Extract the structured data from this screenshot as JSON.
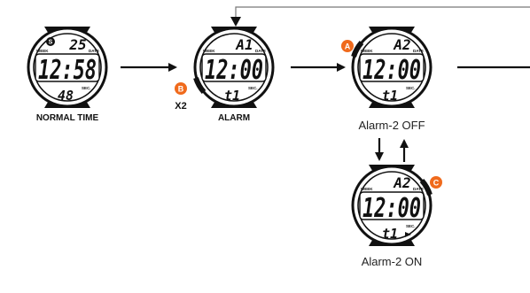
{
  "indicators": {
    "week": "WEEK",
    "date": "DATE",
    "sec": "SEC."
  },
  "watches": [
    {
      "id": "normal",
      "main": "12:58",
      "top": "25",
      "bottom": "48",
      "s_mark": "S",
      "caption": "NORMAL TIME"
    },
    {
      "id": "alarm",
      "main": "12:00",
      "top": "A1",
      "bottom": "t1",
      "caption": "ALARM"
    },
    {
      "id": "alarm2-off",
      "main": "12:00",
      "top": "A2",
      "bottom": "t1",
      "caption": "Alarm-2 OFF"
    },
    {
      "id": "alarm2-on",
      "main": "12:00",
      "top": "A2",
      "bottom": "t1",
      "caption": "Alarm-2 ON"
    }
  ],
  "buttons": {
    "a": "A",
    "b": "B",
    "c": "C"
  },
  "press_count": "X2",
  "colors": {
    "badge": "#f06a1c",
    "ink": "#111111"
  }
}
